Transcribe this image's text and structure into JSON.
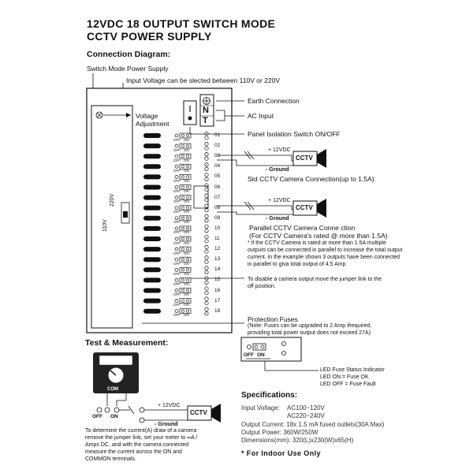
{
  "title": {
    "line1": "12VDC 18 OUTPUT SWITCH MODE",
    "line2": "CCTV POWER SUPPLY"
  },
  "connection_diagram": {
    "heading": "Connection Diagram:",
    "smps_label": "Switch Mode Power Supply",
    "input_voltage_note": "Input Voltage can be slected between 110V or 220V",
    "voltage_adjustment": [
      "Voltage",
      "Adjustment"
    ],
    "switch_220": "220V",
    "switch_110": "110V",
    "earth_connection": "Earth Connection",
    "ac_input": "AC Input",
    "terminal_n": "N",
    "terminal_t": "T",
    "panel_isolation": "Panel Isolation Switch ON/OFF",
    "off_label": "OFF",
    "on_label": "ON",
    "outputs": [
      "01",
      "02",
      "03",
      "04",
      "05",
      "06",
      "07",
      "08",
      "09",
      "10",
      "11",
      "12",
      "13",
      "14",
      "15",
      "16",
      "17",
      "18"
    ]
  },
  "std_camera": {
    "plus_label": "+ 12VDC",
    "ground_label": "- Ground",
    "cctv": "CCTV",
    "caption": "Std CCTV Camera Connection(up to 1.5A)"
  },
  "parallel_camera": {
    "plus_label": "+ 12VDC",
    "ground_label": "- Ground",
    "cctv": "CCTV",
    "caption1": "Parallel CCTV Camera Conne ction",
    "caption2": "(For CCTV Camera's rated @ more than 1.5A)",
    "note": [
      "* if the CCTV  Camera is rated at more than 1.5A  multiple",
      "outputs can be connected in parallel to increase the total output",
      "current. in the example shown 3 outputs have been connected",
      "in parallel to giva total output of 4.5 Amp"
    ]
  },
  "disable_note": [
    "To disable a camera output move the jumper link to the",
    "off position."
  ],
  "fuses": {
    "heading": "Protection Fuses",
    "note": [
      "(Note: Fuses can be upgraded to 2 Amp ifrequired,",
      "providing total power output does not exceed 27A)"
    ],
    "led_indicator": "LED Fuse Status Indicator",
    "led_on": "LED ON    = Fuse OK",
    "led_off": "LED OFF = Fuse Fault"
  },
  "test": {
    "heading": "Test & Measurement:",
    "com_label": "COM",
    "off_label": "OFF",
    "on_label": "ON",
    "plus_label": "+ 12VDC",
    "ground_label": "- Ground",
    "cctv": "CCTV",
    "instructions": [
      "To determine the current(A) draw of a camera",
      "remove the jumper link, set your meter to ═A /",
      "Amps DC, and with the camera connected",
      "measure  the  current  across  the  ON  and",
      "COMMON terminals."
    ]
  },
  "specs": {
    "heading": "Specifications:",
    "input_voltage_label": "Input Voltage:",
    "input_voltage_1": "AC100~120V",
    "input_voltage_2": "AC220~240V",
    "output_current": "Output Current: 18x 1.5 mA fused outlets(30A  Max)",
    "output_power": "Output Power: 360W/250W",
    "dimensions": "Dimensions(mm): 320(L)x230(W)x65(H)",
    "indoor": "*  For Indoor Use Only"
  }
}
